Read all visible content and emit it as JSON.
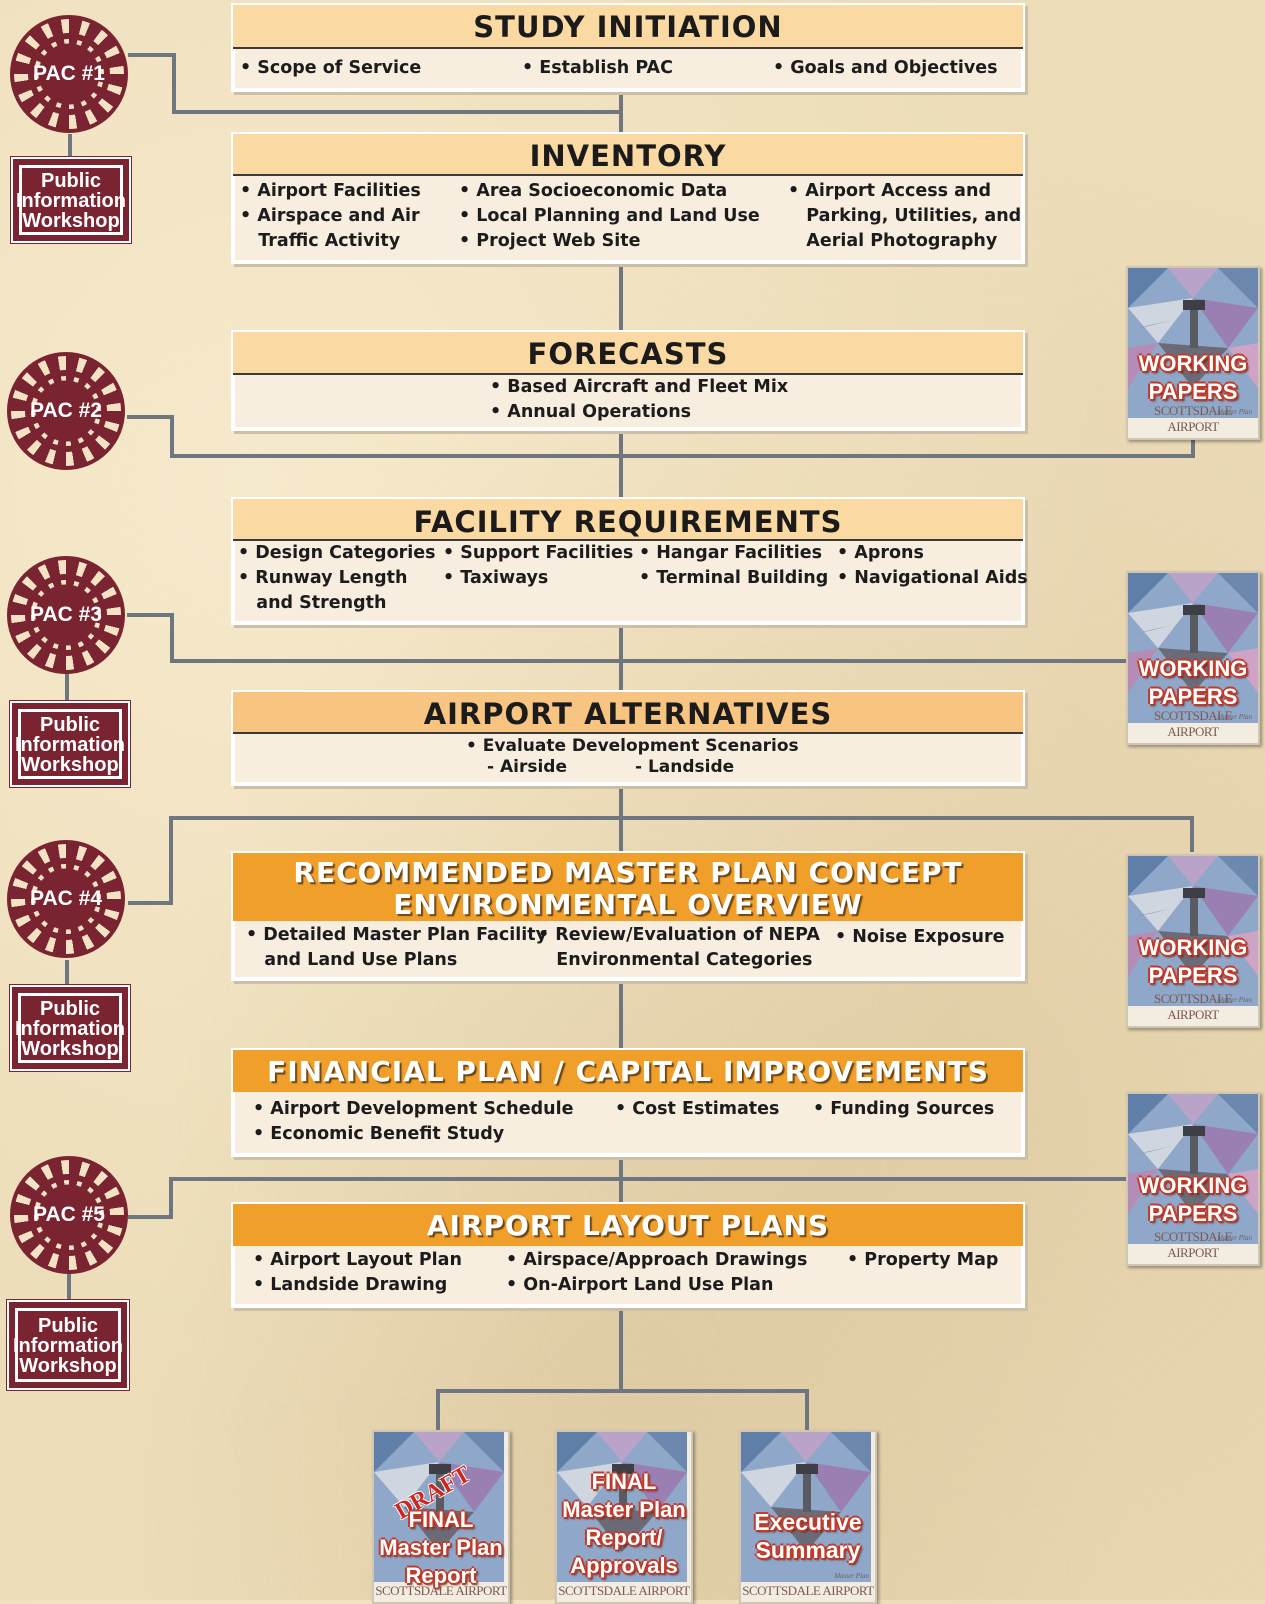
{
  "stages": [
    {
      "title": "STUDY INITIATION",
      "bullets": [
        [
          "• Scope of Service"
        ],
        [
          "• Establish PAC"
        ],
        [
          "• Goals and Objectives"
        ]
      ]
    },
    {
      "title": "INVENTORY",
      "bullets": [
        [
          "• Airport Facilities",
          "• Airspace and Air",
          "   Traffic Activity"
        ],
        [
          "• Area Socioeconomic Data",
          "• Local Planning and Land Use",
          "• Project Web Site"
        ],
        [
          "• Airport Access and",
          "   Parking, Utilities, and",
          "   Aerial Photography"
        ]
      ]
    },
    {
      "title": "FORECASTS",
      "bullets": [
        [
          "• Based Aircraft and Fleet Mix",
          "• Annual Operations"
        ]
      ]
    },
    {
      "title": "FACILITY REQUIREMENTS",
      "bullets": [
        [
          "• Design Categories",
          "• Runway Length",
          "   and Strength"
        ],
        [
          "• Support Facilities",
          "• Taxiways"
        ],
        [
          "• Hangar Facilities",
          "• Terminal Building"
        ],
        [
          "• Aprons",
          "• Navigational Aids"
        ]
      ]
    },
    {
      "title": "AIRPORT ALTERNATIVES",
      "bullets": [
        [
          "• Evaluate Development Scenarios"
        ],
        [
          "- Airside"
        ],
        [
          "- Landside"
        ]
      ]
    },
    {
      "title": "RECOMMENDED MASTER PLAN CONCEPT",
      "title2": "ENVIRONMENTAL OVERVIEW",
      "bullets": [
        [
          "• Detailed Master Plan Facility",
          "   and Land Use Plans"
        ],
        [
          "• Review/Evaluation of NEPA",
          "   Environmental Categories"
        ],
        [
          "• Noise Exposure"
        ]
      ]
    },
    {
      "title": "FINANCIAL PLAN / CAPITAL IMPROVEMENTS",
      "bullets": [
        [
          "• Airport Development Schedule",
          "• Economic Benefit Study"
        ],
        [
          "• Cost Estimates"
        ],
        [
          "• Funding Sources"
        ]
      ]
    },
    {
      "title": "AIRPORT LAYOUT PLANS",
      "bullets": [
        [
          "• Airport Layout Plan",
          "• Landside Drawing"
        ],
        [
          "• Airspace/Approach Drawings",
          "• On-Airport Land Use Plan"
        ],
        [
          "• Property Map"
        ]
      ]
    }
  ],
  "pac_labels": [
    "PAC #1",
    "PAC #2",
    "PAC #3",
    "PAC #4",
    "PAC #5"
  ],
  "workshop": {
    "line1": "Public",
    "line2": "Information",
    "line3": "Workshop"
  },
  "working_papers": {
    "line1": "WORKING",
    "line2": "PAPERS",
    "sub": "Master Plan",
    "footer": "SCOTTSDALE AIRPORT"
  },
  "final_docs": {
    "draft": {
      "stamp": "DRAFT",
      "line1": "FINAL",
      "line2": "Master Plan",
      "line3": "Report",
      "footer": "SCOTTSDALE AIRPORT"
    },
    "final": {
      "line1": "FINAL",
      "line2": "Master Plan",
      "line3": "Report/",
      "line4": "Approvals",
      "footer": "SCOTTSDALE AIRPORT"
    },
    "summary": {
      "line1": "Executive",
      "line2": "Summary",
      "sub": "Master Plan",
      "footer": "SCOTTSDALE AIRPORT"
    }
  },
  "colors": {
    "connector": "#6e7680",
    "maroon": "#7a2432",
    "header_light": "#fbd9a2",
    "header_dark": "#ef9f2a",
    "box": "#f7eee0"
  }
}
